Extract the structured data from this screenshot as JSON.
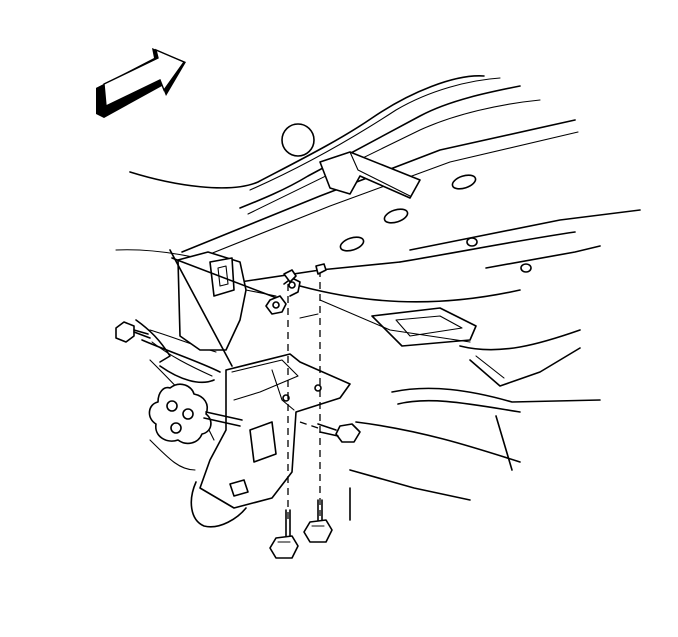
{
  "diagram": {
    "type": "exploded-assembly-illustration",
    "colors": {
      "line": "#000000",
      "background": "#ffffff"
    },
    "components": [
      "direction-arrow",
      "vehicle-underbody-floor-pan",
      "round-plug",
      "rubber-insulator-hanger",
      "exhaust-mounting-bracket",
      "bracket-bolt-left",
      "bracket-bolt-right",
      "lower-bolt-left",
      "lower-bolt-right",
      "mounting-nut",
      "wire-loop"
    ]
  }
}
